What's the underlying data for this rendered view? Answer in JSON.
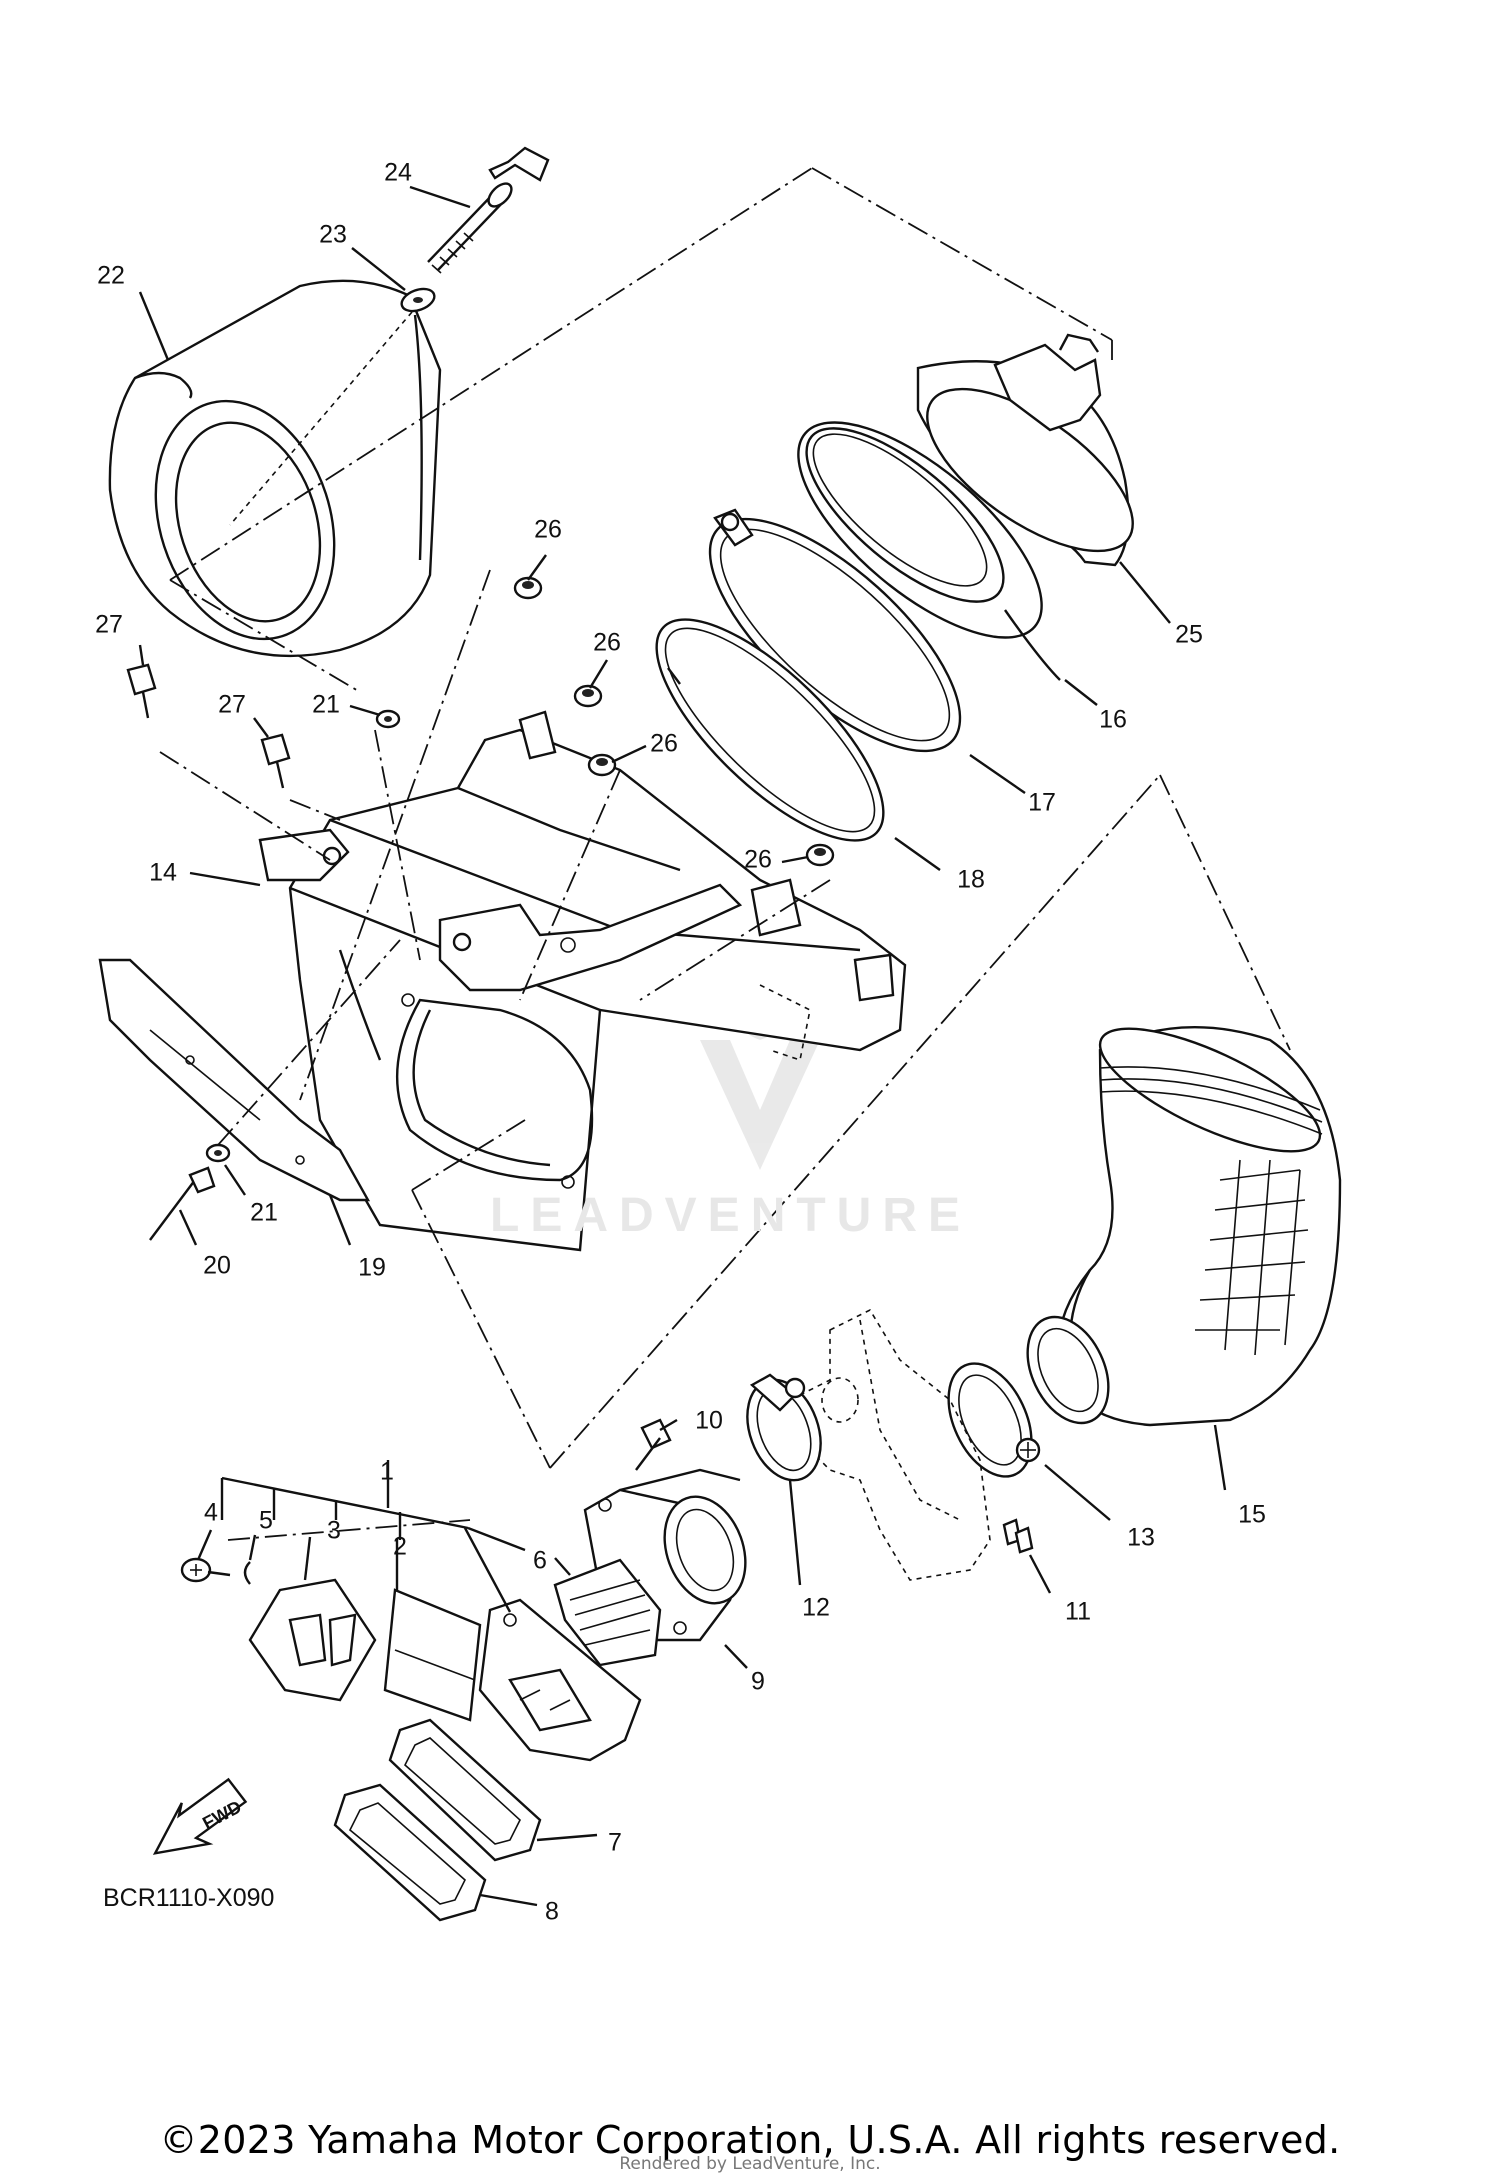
{
  "diagram": {
    "code": "BCR1110-X090",
    "fwd_label": "FWD",
    "copyright": "©2023 Yamaha Motor Corporation, U.S.A. All rights reserved.",
    "rendered_by": "Rendered by LeadVenture, Inc.",
    "watermark": "LEADVENTURE"
  },
  "callouts": [
    {
      "id": "c24",
      "label": "24"
    },
    {
      "id": "c23",
      "label": "23"
    },
    {
      "id": "c22",
      "label": "22"
    },
    {
      "id": "c26a",
      "label": "26"
    },
    {
      "id": "c25",
      "label": "25"
    },
    {
      "id": "c26b",
      "label": "26"
    },
    {
      "id": "c27a",
      "label": "27"
    },
    {
      "id": "c21a",
      "label": "21"
    },
    {
      "id": "c27b",
      "label": "27"
    },
    {
      "id": "c26c",
      "label": "26"
    },
    {
      "id": "c16",
      "label": "16"
    },
    {
      "id": "c17",
      "label": "17"
    },
    {
      "id": "c14",
      "label": "14"
    },
    {
      "id": "c26d",
      "label": "26"
    },
    {
      "id": "c18",
      "label": "18"
    },
    {
      "id": "c21b",
      "label": "21"
    },
    {
      "id": "c20",
      "label": "20"
    },
    {
      "id": "c19",
      "label": "19"
    },
    {
      "id": "c10",
      "label": "10"
    },
    {
      "id": "c1",
      "label": "1"
    },
    {
      "id": "c4",
      "label": "4"
    },
    {
      "id": "c5",
      "label": "5"
    },
    {
      "id": "c3",
      "label": "3"
    },
    {
      "id": "c2",
      "label": "2"
    },
    {
      "id": "c6",
      "label": "6"
    },
    {
      "id": "c12",
      "label": "12"
    },
    {
      "id": "c13",
      "label": "13"
    },
    {
      "id": "c15",
      "label": "15"
    },
    {
      "id": "c11",
      "label": "11"
    },
    {
      "id": "c9",
      "label": "9"
    },
    {
      "id": "c7",
      "label": "7"
    },
    {
      "id": "c8",
      "label": "8"
    }
  ]
}
